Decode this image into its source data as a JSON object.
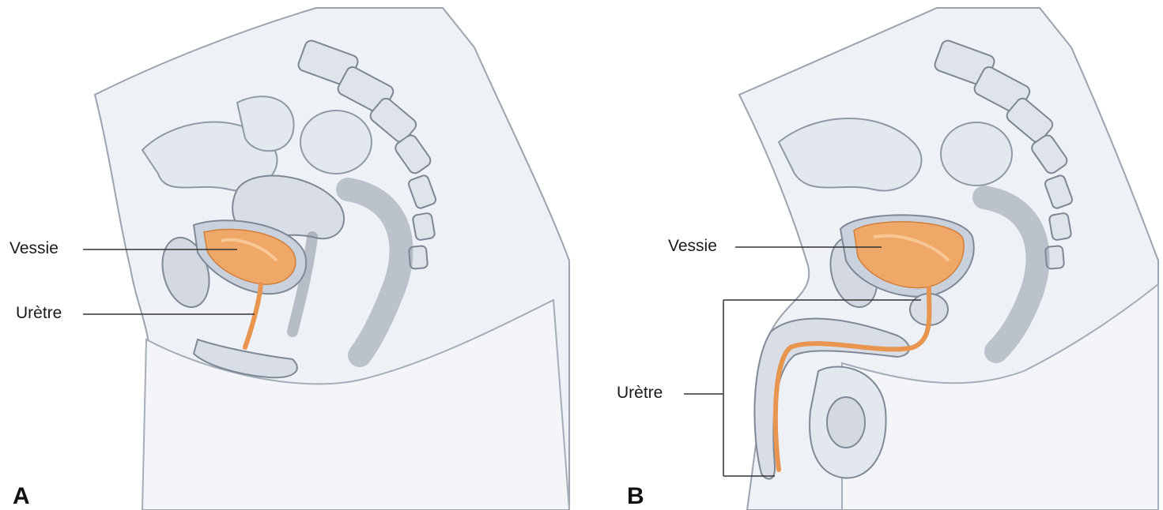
{
  "panels": [
    {
      "letter": "A",
      "labels": {
        "bladder": "Vessie",
        "urethra": "Urètre"
      }
    },
    {
      "letter": "B",
      "labels": {
        "bladder": "Vessie",
        "urethra": "Urètre"
      }
    }
  ],
  "colors": {
    "tissue": "#e9edf3",
    "tissue_dark": "#d3d9e2",
    "outline": "#8c96a3",
    "bladder": "#f0a868",
    "bladder_light": "#f7c896",
    "leader_line": "#333333"
  }
}
